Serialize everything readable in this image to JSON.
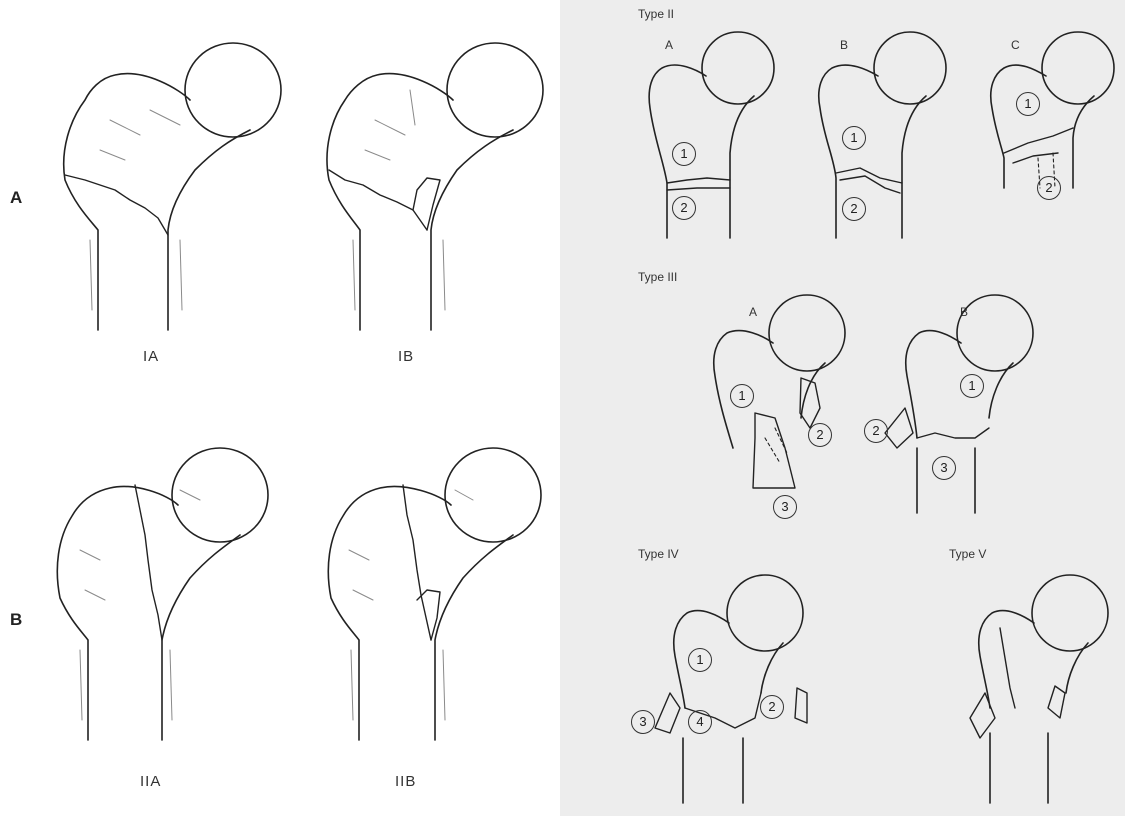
{
  "left": {
    "row_a": "A",
    "row_b": "B",
    "captions": [
      "IA",
      "IB",
      "IIA",
      "IIB"
    ]
  },
  "right": {
    "type2": {
      "title": "Type II",
      "subs": [
        "A",
        "B",
        "C"
      ]
    },
    "type3": {
      "title": "Type III",
      "subs": [
        "A",
        "B"
      ]
    },
    "type4": {
      "title": "Type IV"
    },
    "type5": {
      "title": "Type V"
    },
    "markers": [
      "1",
      "2",
      "3",
      "4"
    ]
  }
}
